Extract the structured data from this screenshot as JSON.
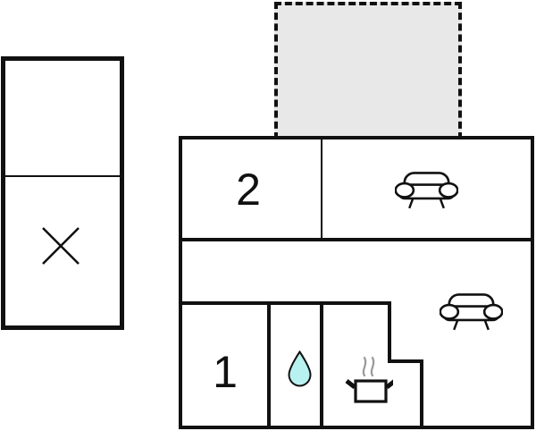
{
  "floorplan": {
    "type": "holiday-home floor plan",
    "rooms": {
      "room2_label": "2",
      "room1_label": "1"
    },
    "areas": {
      "terrace": "dashed grey area (terrace/porch) attached to top of main building",
      "annex": "detached outbuilding at left with crossed-out lower section",
      "living_room": "large right area with two sofas",
      "kitchen": "room with cooking pot icon",
      "bathroom": "room with water drop icon"
    },
    "icons": [
      "sofa-icon (upper right room)",
      "sofa-icon (middle right living area)",
      "water-drop-icon (bathroom)",
      "cooking-pot-icon (kitchen)",
      "cross-icon (annex lower section)"
    ],
    "colors": {
      "wall": "#111111",
      "background": "#ffffff",
      "terrace_fill": "#e8e8e8",
      "water_drop_fill": "#b8f2f0",
      "steam": "#999999"
    }
  }
}
